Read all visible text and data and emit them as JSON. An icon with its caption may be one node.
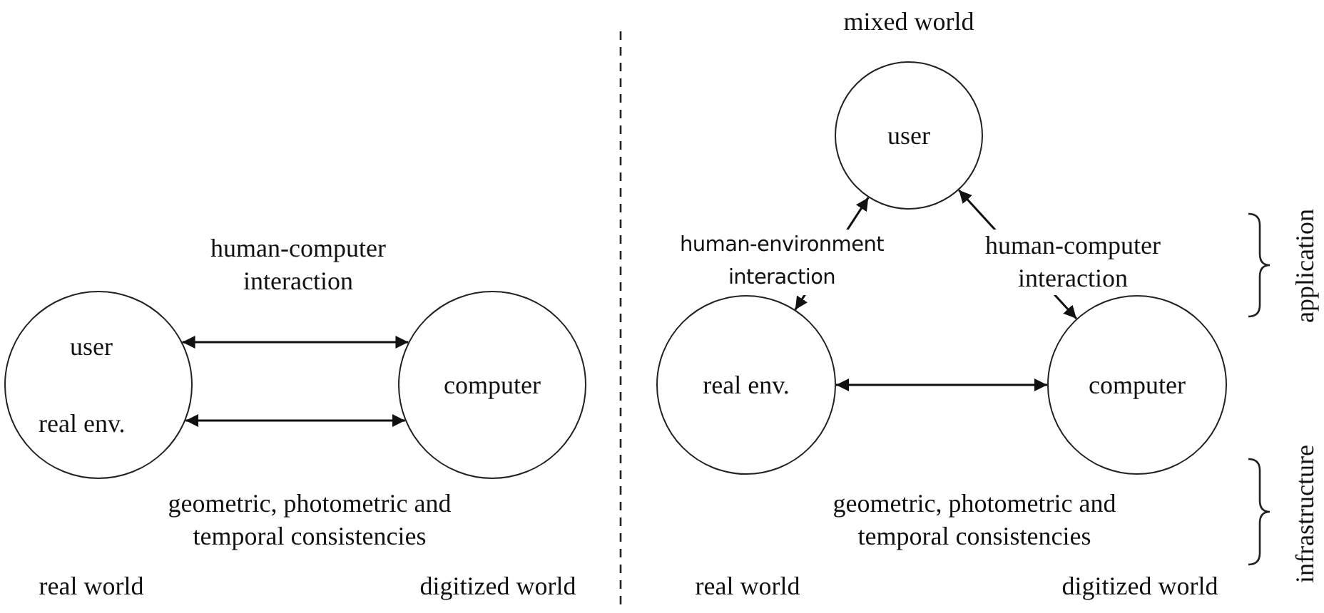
{
  "diagram": {
    "nodes": [
      {
        "text": [
          "user",
          "real env."
        ]
      },
      {
        "text": [
          "computer"
        ]
      },
      {
        "text": [
          "user"
        ]
      },
      {
        "text": [
          "real env."
        ]
      },
      {
        "text": [
          "computer"
        ]
      }
    ],
    "edges": [
      {
        "from": 0,
        "to": 1,
        "arrow": "both"
      },
      {
        "from": 0,
        "to": 1,
        "arrow": "both"
      },
      {
        "from": 3,
        "to": 2,
        "arrow": "both"
      },
      {
        "from": 2,
        "to": 4,
        "arrow": "both"
      },
      {
        "from": 3,
        "to": 4,
        "arrow": "both"
      }
    ],
    "labels": [
      "human-computer interaction",
      "geometric, photometric and temporal consistencies",
      "real world",
      "digitized world",
      "mixed world",
      "human-environment interaction",
      "human-computer interaction",
      "geometric, photometric and temporal consistencies",
      "real world",
      "digitized world",
      "application",
      "infrastructure"
    ]
  }
}
